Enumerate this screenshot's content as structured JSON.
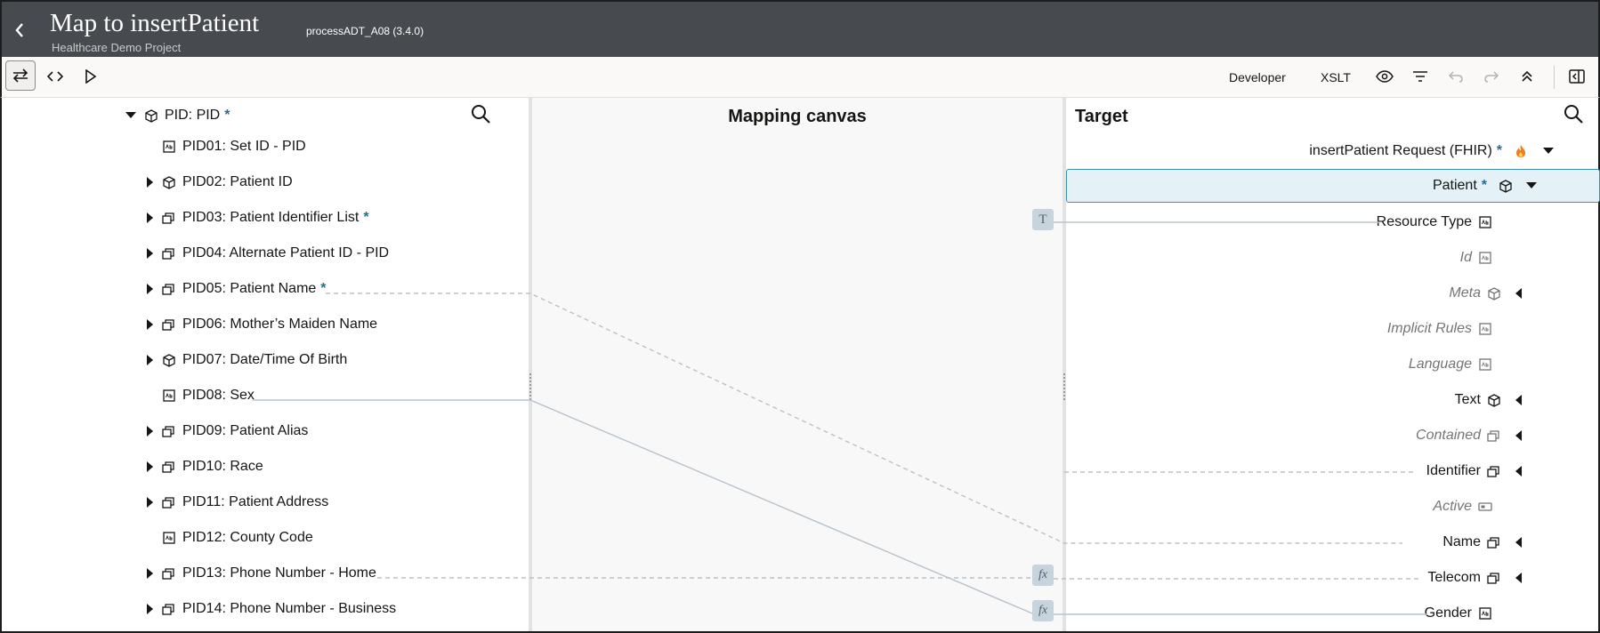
{
  "header": {
    "title": "Map to insertPatient",
    "subtitle": "Healthcare Demo Project",
    "flow": "processADT_A08 (3.4.0)"
  },
  "toolbar": {
    "developer_label": "Developer",
    "xslt_label": "XSLT"
  },
  "source": {
    "root_label": "PID: PID",
    "required_marker": "*",
    "rows": [
      {
        "label": "PID01: Set ID - PID"
      },
      {
        "label": "PID02: Patient ID"
      },
      {
        "label": "PID03: Patient Identifier List"
      },
      {
        "label": "PID04: Alternate Patient ID - PID"
      },
      {
        "label": "PID05: Patient Name"
      },
      {
        "label": "PID06: Mother’s Maiden Name"
      },
      {
        "label": "PID07: Date/Time Of Birth"
      },
      {
        "label": "PID08: Sex"
      },
      {
        "label": "PID09: Patient Alias"
      },
      {
        "label": "PID10: Race"
      },
      {
        "label": "PID11: Patient Address"
      },
      {
        "label": "PID12: County Code"
      },
      {
        "label": "PID13: Phone Number - Home"
      },
      {
        "label": "PID14: Phone Number - Business"
      }
    ]
  },
  "canvas": {
    "title": "Mapping canvas",
    "badges": [
      "T",
      "fx",
      "fx"
    ]
  },
  "target": {
    "title": "Target",
    "request_label": "insertPatient Request (FHIR)",
    "patient_label": "Patient",
    "required_marker": "*",
    "rows": [
      {
        "label": "Resource Type"
      },
      {
        "label": "Id"
      },
      {
        "label": "Meta"
      },
      {
        "label": "Implicit Rules"
      },
      {
        "label": "Language"
      },
      {
        "label": "Text"
      },
      {
        "label": "Contained"
      },
      {
        "label": "Identifier"
      },
      {
        "label": "Active"
      },
      {
        "label": "Name"
      },
      {
        "label": "Telecom"
      },
      {
        "label": "Gender"
      }
    ]
  },
  "colors": {
    "header_bg": "#474b50",
    "required": "#2b6c8f",
    "selected_row_bg": "#e4f1f7",
    "selected_row_border": "#3f8fb5",
    "line": "#b8c2cc",
    "badge_bg": "#c7d4dc"
  },
  "icons": {
    "back": "chevron-left-icon",
    "swap": "swap-icon",
    "code": "code-icon",
    "run": "play-icon",
    "view": "eye-icon",
    "filter": "filter-icon",
    "undo": "undo-icon",
    "redo": "redo-icon",
    "collapse": "chevron-double-up-icon",
    "panel": "side-panel-icon",
    "search": "search-icon",
    "object": "cube-icon",
    "element": "abc-icon",
    "collection": "stacked-squares-icon",
    "fhir": "fire-icon"
  }
}
